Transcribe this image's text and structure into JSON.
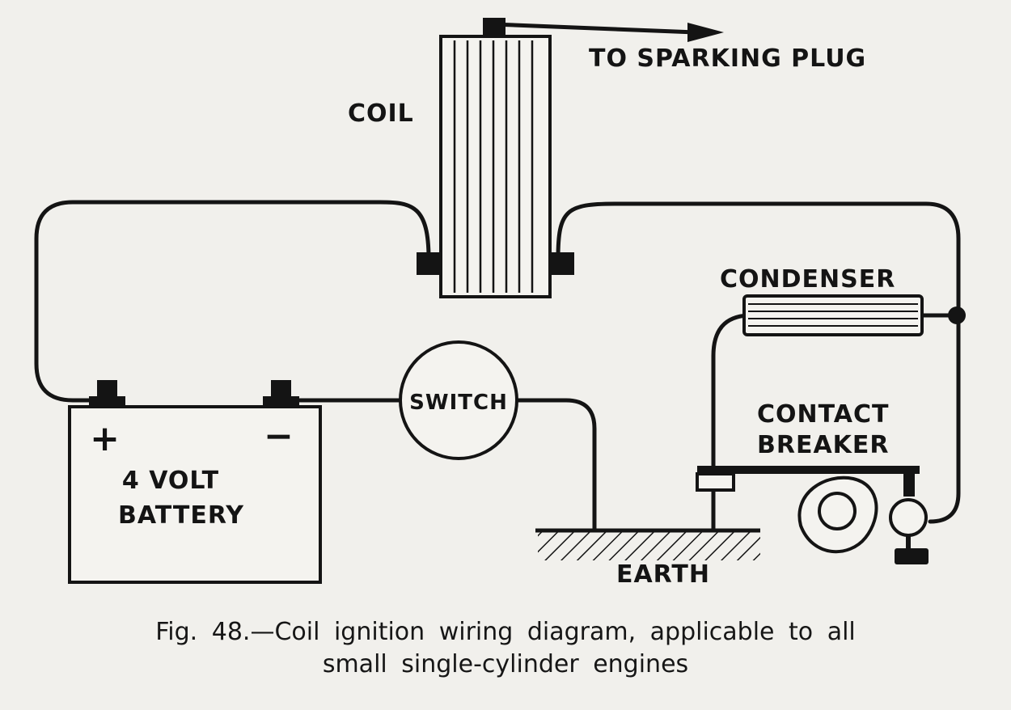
{
  "diagram": {
    "labels": {
      "coil": "COIL",
      "to_sparking_plug": "TO SPARKING PLUG",
      "condenser": "CONDENSER",
      "contact": "CONTACT",
      "breaker": "BREAKER",
      "switch": "SWITCH",
      "battery_plus": "+",
      "battery_minus": "−",
      "battery_line1": "4 VOLT",
      "battery_line2": "BATTERY",
      "earth": "EARTH"
    }
  },
  "caption": {
    "line1": "Fig. 48.—Coil ignition wiring diagram, applicable to all",
    "line2": "small single-cylinder engines"
  }
}
